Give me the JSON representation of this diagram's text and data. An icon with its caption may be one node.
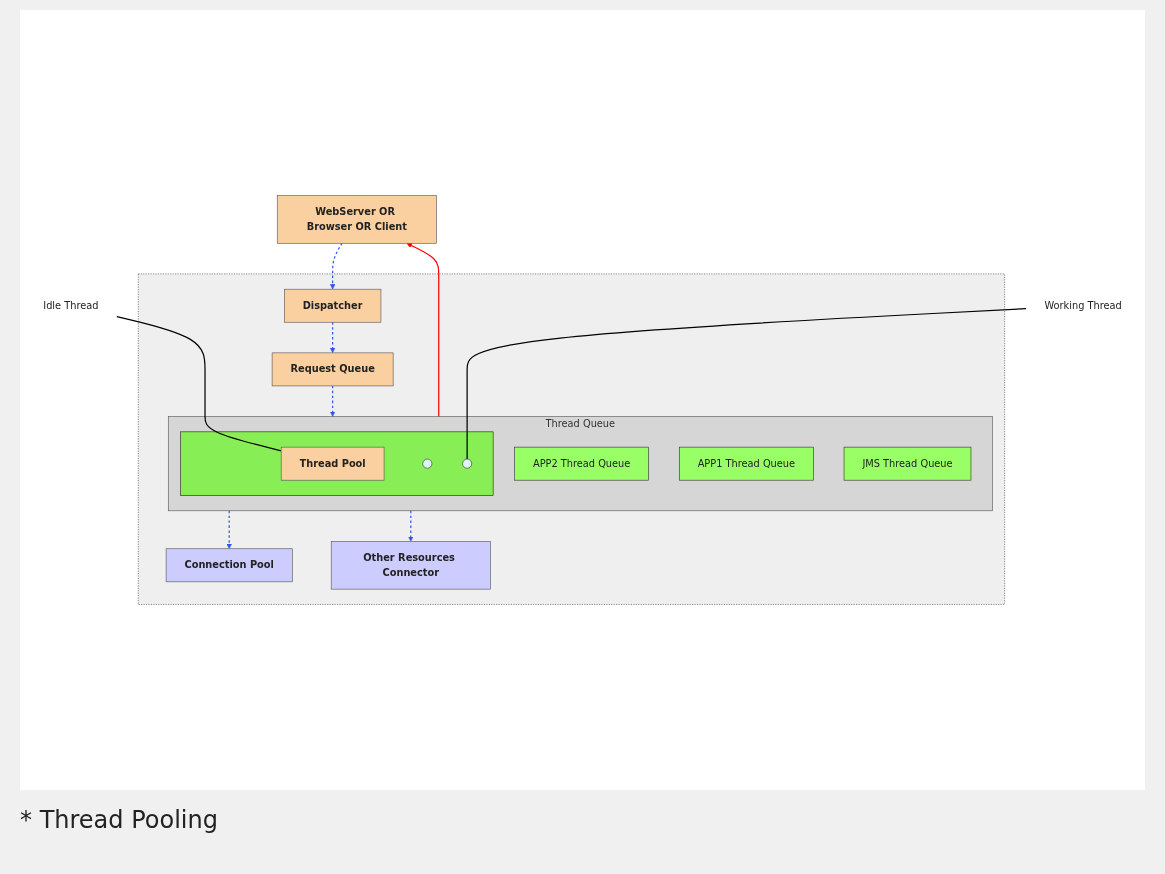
{
  "diagram": {
    "caption": "* Thread Pooling",
    "nodes": [
      {
        "text": [
          "WebServer OR Browser OR Client"
        ]
      },
      {
        "text": [],
        "shape": "box"
      },
      {
        "text": [
          "Dispatcher"
        ],
        "in": 1
      },
      {
        "text": [
          "Request Queue"
        ],
        "in": 1
      },
      {
        "text": [
          "Thread Queue"
        ],
        "in": 1
      },
      {
        "text": [
          "APP2 Thread Queue"
        ],
        "in": 4
      },
      {
        "text": [
          "APP1 Thread Queue"
        ],
        "in": 4
      },
      {
        "text": [
          "JMS Thread Queue"
        ],
        "in": 4
      },
      {
        "text": [],
        "shape": "box",
        "in": 4
      },
      {
        "text": [
          "Thread Pool"
        ],
        "in": 8
      },
      {
        "text": [],
        "shape": "circle",
        "in": 8
      },
      {
        "text": [],
        "shape": "circle",
        "in": 8
      },
      {
        "text": [
          "Idle Thread"
        ]
      },
      {
        "text": [
          "Working Thread"
        ]
      },
      {
        "text": [
          "Connection Pool"
        ],
        "in": 1
      },
      {
        "text": [
          "Other Resources Connector"
        ],
        "in": 1
      }
    ],
    "edges": [
      {
        "from": 0,
        "to": 2,
        "arrow": "to",
        "style": "dashed"
      },
      {
        "from": 2,
        "to": 3,
        "arrow": "to",
        "style": "dashed"
      },
      {
        "from": 3,
        "to": 4,
        "arrow": "to",
        "style": "dashed"
      },
      {
        "from": 4,
        "to": 14,
        "arrow": "to",
        "style": "dashed"
      },
      {
        "from": 4,
        "to": 15,
        "arrow": "to",
        "style": "dashed"
      },
      {
        "from": 4,
        "to": 0,
        "arrow": "to",
        "color": "#ff0000"
      },
      {
        "from": 12,
        "to": 9,
        "arrow": "none",
        "color": "#000000"
      },
      {
        "from": 13,
        "to": 11,
        "arrow": "none",
        "color": "#000000"
      }
    ]
  }
}
